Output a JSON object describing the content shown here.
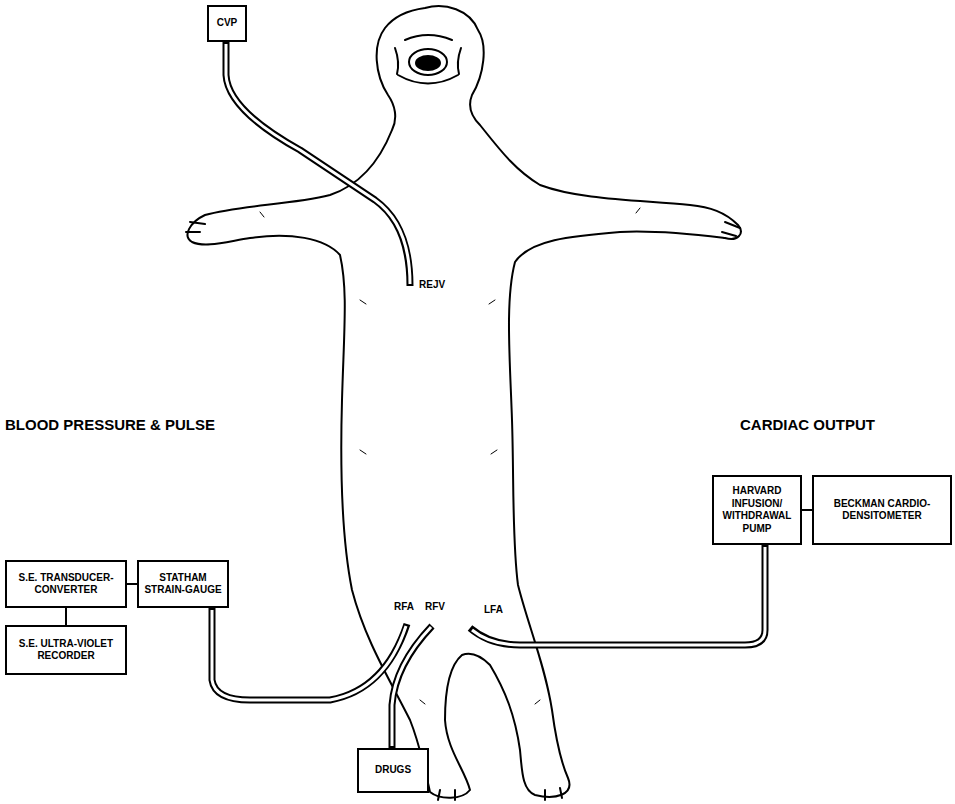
{
  "diagram": {
    "nodes": [
      {
        "text": [
          "CVP"
        ]
      },
      {
        "text": [
          "HARVARD INFUSION/ WITHDRAWAL PUMP"
        ]
      },
      {
        "text": [
          "BECKMAN CARDIO-DENSITOMETER"
        ]
      },
      {
        "text": [
          "S.E. TRANSDUCER-CONVERTER"
        ]
      },
      {
        "text": [
          "STATHAM STRAIN-GAUGE"
        ]
      },
      {
        "text": [
          "S.E. ULTRA-VIOLET RECORDER"
        ]
      },
      {
        "text": [
          "DRUGS"
        ]
      }
    ],
    "edges": [
      {
        "from": 1,
        "to": 2,
        "arrow": "none"
      },
      {
        "from": 3,
        "to": 4,
        "arrow": "none"
      },
      {
        "from": 3,
        "to": 5,
        "arrow": "none"
      }
    ],
    "labels": [
      "BLOOD PRESSURE & PULSE",
      "CARDIAC OUTPUT",
      "REJV",
      "RFA",
      "RFV",
      "LFA"
    ]
  }
}
